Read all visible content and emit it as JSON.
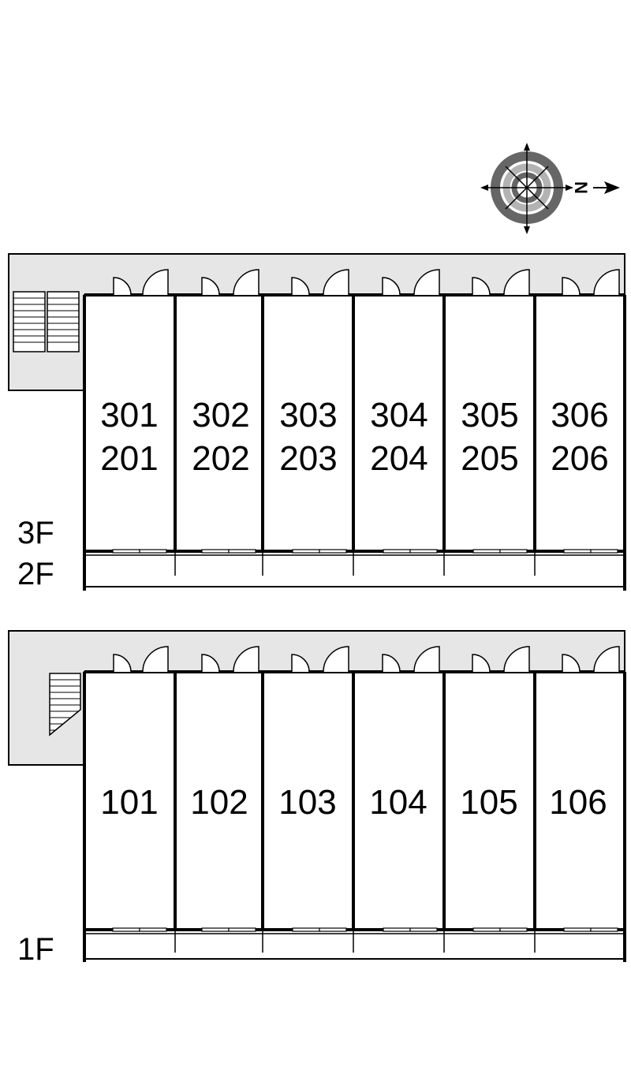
{
  "compass": {
    "letter": "N",
    "icon": "compass-rose-icon"
  },
  "upper_block": {
    "floor_labels": [
      "3F",
      "2F"
    ],
    "units": [
      {
        "top": "301",
        "bottom": "201"
      },
      {
        "top": "302",
        "bottom": "202"
      },
      {
        "top": "303",
        "bottom": "203"
      },
      {
        "top": "304",
        "bottom": "204"
      },
      {
        "top": "305",
        "bottom": "205"
      },
      {
        "top": "306",
        "bottom": "206"
      }
    ]
  },
  "lower_block": {
    "floor_labels": [
      "1F"
    ],
    "units": [
      {
        "top": "101"
      },
      {
        "top": "102"
      },
      {
        "top": "103"
      },
      {
        "top": "104"
      },
      {
        "top": "105"
      },
      {
        "top": "106"
      }
    ]
  },
  "colors": {
    "corridor": "#e6e6e6",
    "wall": "#000000",
    "compass_ring_dark": "#666666",
    "compass_ring_light": "#b3b3b3"
  }
}
